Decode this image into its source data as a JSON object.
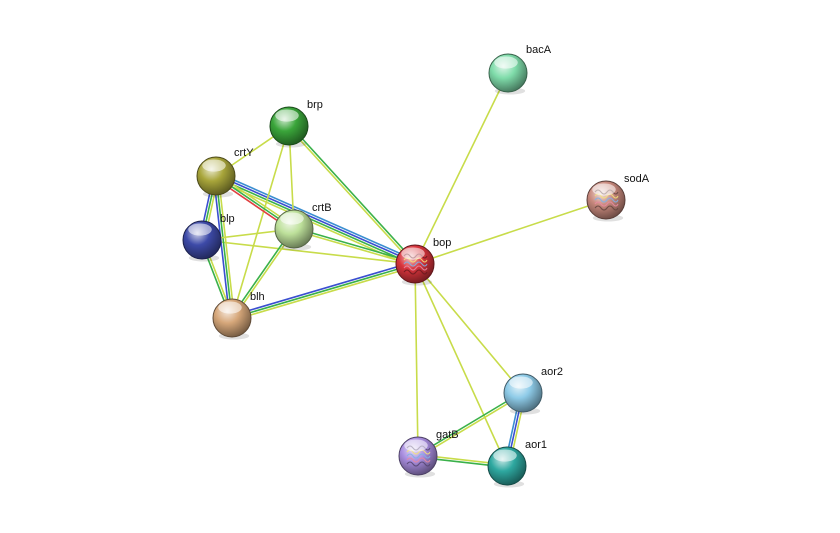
{
  "network": {
    "nodes": [
      {
        "id": "bacA",
        "label": "bacA",
        "color": "#7fdcaa",
        "icon": "plain-sphere"
      },
      {
        "id": "sodA",
        "label": "sodA",
        "color": "#c98a7e",
        "icon": "protein-structure-sphere"
      },
      {
        "id": "brp",
        "label": "brp",
        "color": "#3aa53a",
        "icon": "plain-sphere"
      },
      {
        "id": "crtY",
        "label": "crtY",
        "color": "#a8a53a",
        "icon": "plain-sphere"
      },
      {
        "id": "crtB",
        "label": "crtB",
        "color": "#bde09a",
        "icon": "plain-sphere"
      },
      {
        "id": "blp",
        "label": "blp",
        "color": "#3d4aa8",
        "icon": "plain-sphere"
      },
      {
        "id": "blh",
        "label": "blh",
        "color": "#d6a77a",
        "icon": "plain-sphere"
      },
      {
        "id": "bop",
        "label": "bop",
        "color": "#d8343c",
        "icon": "protein-structure-sphere"
      },
      {
        "id": "aor2",
        "label": "aor2",
        "color": "#8ecbe8",
        "icon": "plain-sphere"
      },
      {
        "id": "aor1",
        "label": "aor1",
        "color": "#2ea8a0",
        "icon": "plain-sphere"
      },
      {
        "id": "gatB",
        "label": "gatB",
        "color": "#a98ee0",
        "icon": "protein-structure-sphere"
      }
    ],
    "edges": [
      {
        "source": "bop",
        "target": "bacA",
        "colors": [
          "#c8dc4a"
        ]
      },
      {
        "source": "bop",
        "target": "sodA",
        "colors": [
          "#c8dc4a"
        ]
      },
      {
        "source": "bop",
        "target": "brp",
        "colors": [
          "#c8dc4a",
          "#3ab14a"
        ]
      },
      {
        "source": "bop",
        "target": "crtY",
        "colors": [
          "#c8dc4a",
          "#3ab14a",
          "#3a4fd0",
          "#3a8ed0"
        ]
      },
      {
        "source": "bop",
        "target": "crtB",
        "colors": [
          "#c8dc4a",
          "#3ab14a"
        ]
      },
      {
        "source": "bop",
        "target": "blp",
        "colors": [
          "#c8dc4a"
        ]
      },
      {
        "source": "bop",
        "target": "blh",
        "colors": [
          "#c8dc4a",
          "#3ab14a",
          "#3a4fd0"
        ]
      },
      {
        "source": "bop",
        "target": "aor2",
        "colors": [
          "#c8dc4a"
        ]
      },
      {
        "source": "bop",
        "target": "aor1",
        "colors": [
          "#c8dc4a"
        ]
      },
      {
        "source": "bop",
        "target": "gatB",
        "colors": [
          "#c8dc4a"
        ]
      },
      {
        "source": "brp",
        "target": "crtY",
        "colors": [
          "#c8dc4a"
        ]
      },
      {
        "source": "brp",
        "target": "crtB",
        "colors": [
          "#c8dc4a"
        ]
      },
      {
        "source": "brp",
        "target": "blh",
        "colors": [
          "#c8dc4a"
        ]
      },
      {
        "source": "crtY",
        "target": "crtB",
        "colors": [
          "#c8dc4a",
          "#3ab14a",
          "#e04040"
        ]
      },
      {
        "source": "crtY",
        "target": "blp",
        "colors": [
          "#c8dc4a",
          "#3ab14a",
          "#3a4fd0"
        ]
      },
      {
        "source": "crtY",
        "target": "blh",
        "colors": [
          "#c8dc4a",
          "#3ab14a",
          "#3a4fd0"
        ]
      },
      {
        "source": "crtB",
        "target": "blp",
        "colors": [
          "#c8dc4a"
        ]
      },
      {
        "source": "crtB",
        "target": "blh",
        "colors": [
          "#c8dc4a",
          "#3ab14a"
        ]
      },
      {
        "source": "blp",
        "target": "blh",
        "colors": [
          "#c8dc4a",
          "#3ab14a"
        ]
      },
      {
        "source": "aor2",
        "target": "aor1",
        "colors": [
          "#c8dc4a",
          "#3a4fd0",
          "#3a8ed0"
        ]
      },
      {
        "source": "aor2",
        "target": "gatB",
        "colors": [
          "#c8dc4a",
          "#3ab14a"
        ]
      },
      {
        "source": "gatB",
        "target": "aor1",
        "colors": [
          "#c8dc4a",
          "#3ab14a"
        ]
      }
    ]
  }
}
